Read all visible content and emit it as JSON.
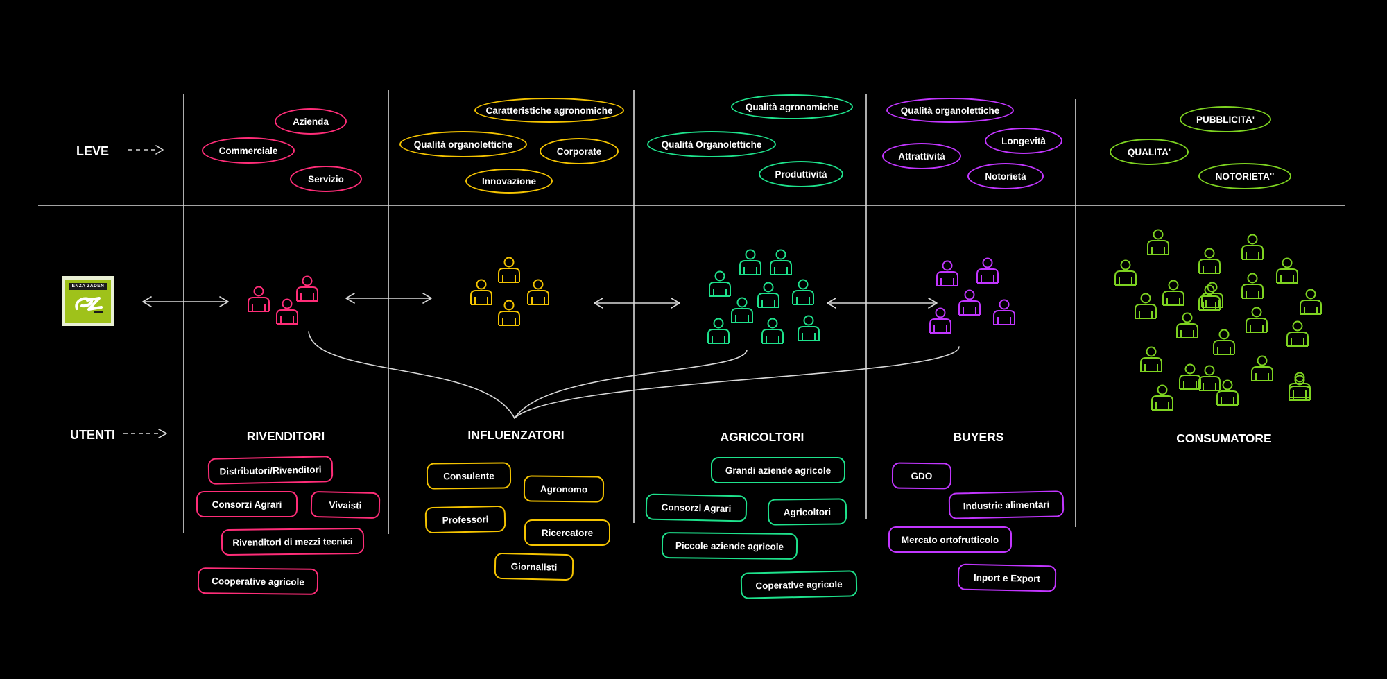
{
  "rows": {
    "leve": "LEVE",
    "utenti": "UTENTI"
  },
  "logo": {
    "text": "ENZA ZADEN",
    "mark_icon": "ez-logo-icon"
  },
  "colors": {
    "background": "#000000",
    "lines": "#d9d9d9",
    "rivenditori": "#ff2d78",
    "influenzatori": "#f5c400",
    "agricoltori": "#1ee28c",
    "buyers": "#c236ff",
    "consumatore": "#7ed321",
    "logo_bg": "#9fc21a"
  },
  "icons": {
    "person": "person-icon",
    "arrow": "double-arrow-icon"
  },
  "columns": [
    {
      "key": "rivenditori",
      "title": "RIVENDITORI",
      "levers": [
        "Azienda",
        "Commerciale",
        "Servizio"
      ],
      "users": [
        "Distributori/Rivenditori",
        "Consorzi Agrari",
        "Vivaisti",
        "Rivenditori di mezzi tecnici",
        "Cooperative agricole"
      ],
      "people_count": 3
    },
    {
      "key": "influenzatori",
      "title": "INFLUENZATORI",
      "levers": [
        "Caratteristiche agronomiche",
        "Qualità organolettiche",
        "Corporate",
        "Innovazione"
      ],
      "users": [
        "Consulente",
        "Agronomo",
        "Professori",
        "Ricercatore",
        "Giornalisti"
      ],
      "people_count": 4
    },
    {
      "key": "agricoltori",
      "title": "AGRICOLTORI",
      "levers": [
        "Qualità agronomiche",
        "Qualità Organolettiche",
        "Produttività"
      ],
      "users": [
        "Grandi aziende agricole",
        "Consorzi Agrari",
        "Agricoltori",
        "Piccole aziende agricole",
        "Coperative agricole"
      ],
      "people_count": 11
    },
    {
      "key": "buyers",
      "title": "BUYERS",
      "levers": [
        "Qualità organolettiche",
        "Longevità",
        "Attrattività",
        "Notorietà"
      ],
      "users": [
        "GDO",
        "Industrie alimentari",
        "Mercato ortofrutticolo",
        "Inport e Export"
      ],
      "people_count": 5
    },
    {
      "key": "consumatore",
      "title": "CONSUMATORE",
      "levers": [
        "PUBBLICITA'",
        "QUALITA'",
        "NOTORIETA''"
      ],
      "users": [],
      "people_count": 23
    }
  ]
}
